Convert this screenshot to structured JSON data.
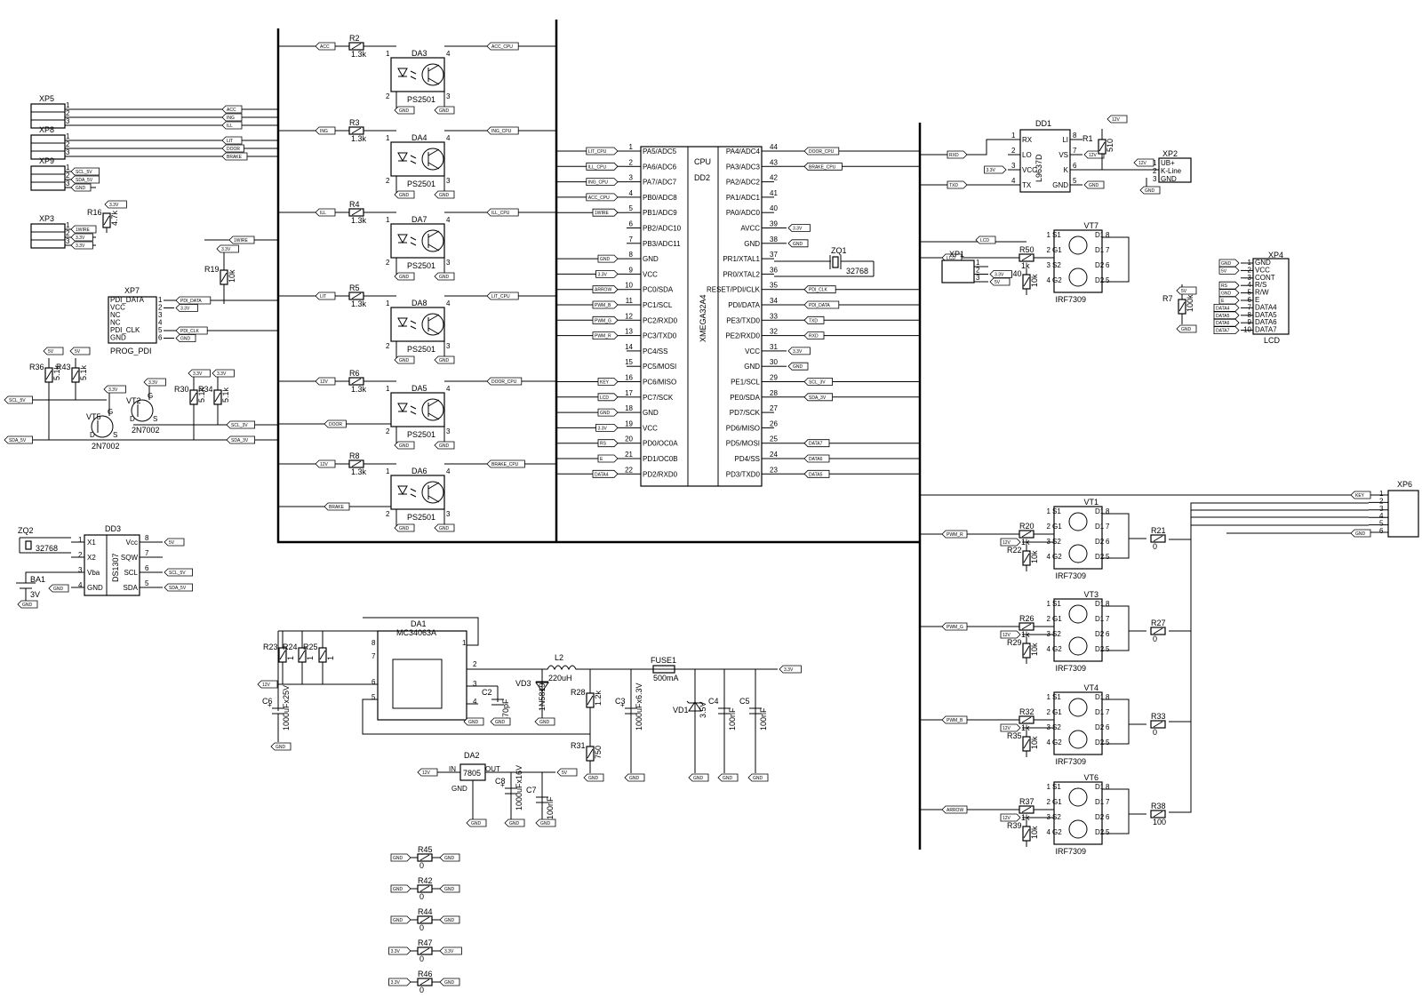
{
  "cpu": {
    "ref": "DD2",
    "type": "CPU",
    "part": "XMEGA32A4",
    "left_pins": [
      {
        "num": "1",
        "name": "PA5/ADC5",
        "net": "LIT_CPU"
      },
      {
        "num": "2",
        "name": "PA6/ADC6",
        "net": "ILL_CPU"
      },
      {
        "num": "3",
        "name": "PA7/ADC7",
        "net": "ING_CPU"
      },
      {
        "num": "4",
        "name": "PB0/ADC8",
        "net": "ACC_CPU"
      },
      {
        "num": "5",
        "name": "PB1/ADC9",
        "net": "1WIRE"
      },
      {
        "num": "6",
        "name": "PB2/ADC10",
        "net": ""
      },
      {
        "num": "7",
        "name": "PB3/ADC11",
        "net": ""
      },
      {
        "num": "8",
        "name": "GND",
        "net": "GND"
      },
      {
        "num": "9",
        "name": "VCC",
        "net": "3.3V"
      },
      {
        "num": "10",
        "name": "PC0/SDA",
        "net": "ARROW"
      },
      {
        "num": "11",
        "name": "PC1/SCL",
        "net": "PWM_B"
      },
      {
        "num": "12",
        "name": "PC2/RXD0",
        "net": "PWM_G"
      },
      {
        "num": "13",
        "name": "PC3/TXD0",
        "net": "PWM_R"
      },
      {
        "num": "14",
        "name": "PC4/SS",
        "net": ""
      },
      {
        "num": "15",
        "name": "PC5/MOSI",
        "net": ""
      },
      {
        "num": "16",
        "name": "PC6/MISO",
        "net": "KEY"
      },
      {
        "num": "17",
        "name": "PC7/SCK",
        "net": "LCD"
      },
      {
        "num": "18",
        "name": "GND",
        "net": "GND"
      },
      {
        "num": "19",
        "name": "VCC",
        "net": "3.3V"
      },
      {
        "num": "20",
        "name": "PD0/OC0A",
        "net": "RS"
      },
      {
        "num": "21",
        "name": "PD1/OC0B",
        "net": "E"
      },
      {
        "num": "22",
        "name": "PD2/RXD0",
        "net": "DATA4"
      }
    ],
    "right_pins": [
      {
        "num": "44",
        "name": "PA4/ADC4",
        "net": "DOOR_CPU"
      },
      {
        "num": "43",
        "name": "PA3/ADC3",
        "net": "BRAKE_CPU"
      },
      {
        "num": "42",
        "name": "PA2/ADC2",
        "net": ""
      },
      {
        "num": "41",
        "name": "PA1/ADC1",
        "net": ""
      },
      {
        "num": "40",
        "name": "PA0/ADC0",
        "net": ""
      },
      {
        "num": "39",
        "name": "AVCC",
        "net": "3.3V"
      },
      {
        "num": "38",
        "name": "GND",
        "net": "GND"
      },
      {
        "num": "37",
        "name": "PR1/XTAL1",
        "net": ""
      },
      {
        "num": "36",
        "name": "PR0/XTAL2",
        "net": ""
      },
      {
        "num": "35",
        "name": "RESET/PDI/CLK",
        "net": "PDI_CLK"
      },
      {
        "num": "34",
        "name": "PDI/DATA",
        "net": "PDI_DATA"
      },
      {
        "num": "33",
        "name": "PE3/TXD0",
        "net": "TXD"
      },
      {
        "num": "32",
        "name": "PE2/RXD0",
        "net": "RXD"
      },
      {
        "num": "31",
        "name": "VCC",
        "net": "3.3V"
      },
      {
        "num": "30",
        "name": "GND",
        "net": "GND"
      },
      {
        "num": "29",
        "name": "PE1/SCL",
        "net": "SCL_3V"
      },
      {
        "num": "28",
        "name": "PE0/SDA",
        "net": "SDA_3V"
      },
      {
        "num": "27",
        "name": "PD7/SCK",
        "net": ""
      },
      {
        "num": "26",
        "name": "PD6/MISO",
        "net": ""
      },
      {
        "num": "25",
        "name": "PD5/MOSI",
        "net": "DATA7"
      },
      {
        "num": "24",
        "name": "PD4/SS",
        "net": "DATA6"
      },
      {
        "num": "23",
        "name": "PD3/TXD0",
        "net": "DATA5"
      }
    ]
  },
  "crystal_cpu": {
    "ref": "ZQ1",
    "value": "32768"
  },
  "optocouplers": [
    {
      "ref": "DA3",
      "part": "PS2501",
      "res": "R2",
      "res_val": "1.3k",
      "in": "ACC",
      "out": "ACC_CPU",
      "supply": ""
    },
    {
      "ref": "DA4",
      "part": "PS2501",
      "res": "R3",
      "res_val": "1.3k",
      "in": "ING",
      "out": "ING_CPU",
      "supply": ""
    },
    {
      "ref": "DA7",
      "part": "PS2501",
      "res": "R4",
      "res_val": "1.3k",
      "in": "ILL",
      "out": "ILL_CPU",
      "supply": ""
    },
    {
      "ref": "DA8",
      "part": "PS2501",
      "res": "R5",
      "res_val": "1.3k",
      "in": "LIT",
      "out": "LIT_CPU",
      "supply": ""
    },
    {
      "ref": "DA5",
      "part": "PS2501",
      "res": "R6",
      "res_val": "1.3k",
      "in": "12V",
      "out": "DOOR_CPU",
      "supply": "DOOR"
    },
    {
      "ref": "DA6",
      "part": "PS2501",
      "res": "R8",
      "res_val": "1.3k",
      "in": "12V",
      "out": "BRAKE_CPU",
      "supply": "BRAKE"
    }
  ],
  "opto_pin_labels": {
    "p1": "1",
    "p2": "2",
    "p3": "3",
    "p4": "4"
  },
  "connectors": {
    "xp5": {
      "ref": "XP5",
      "nets": [
        "ACC",
        "ING",
        "ILL"
      ]
    },
    "xp8": {
      "ref": "XP8",
      "nets": [
        "LIT",
        "DOOR",
        "BRAKE"
      ]
    },
    "xp9": {
      "ref": "XP9",
      "nets": [
        "SCL_5V",
        "SDA_5V",
        "GND"
      ]
    },
    "xp3": {
      "ref": "XP3",
      "nets": [
        "1WIRE",
        "3.3V",
        "3.3V"
      ]
    },
    "xp7": {
      "ref": "XP7",
      "name": "PROG_PDI",
      "pins": [
        "PDI_DATA",
        "VCC",
        "NC",
        "NC",
        "PDI_CLK",
        "GND"
      ],
      "nets": [
        "PDI_DATA",
        "3.3V",
        "",
        "",
        "PDI_CLK",
        "GND"
      ]
    },
    "xp1": {
      "ref": "XP1",
      "nets": [
        "LCD",
        "3.3V",
        "5V"
      ]
    },
    "xp2": {
      "ref": "XP2",
      "pins": [
        "UB+",
        "K-Line",
        "GND"
      ],
      "nets": [
        "12V",
        "",
        ""
      ]
    },
    "xp4": {
      "ref": "XP4",
      "name": "LCD",
      "pins": [
        "GND",
        "VCC",
        "CONT",
        "R/S",
        "R/W",
        "E",
        "DATA4",
        "DATA5",
        "DATA6",
        "DATA7"
      ],
      "nets": [
        "GND",
        "5V",
        "",
        "RS",
        "GND",
        "E",
        "DATA4",
        "DATA5",
        "DATA6",
        "DATA7"
      ]
    },
    "xp6": {
      "ref": "XP6",
      "nets": [
        "KEY",
        "",
        "",
        "",
        "",
        "GND"
      ]
    }
  },
  "pin_numbers": [
    "1",
    "2",
    "3",
    "4",
    "5",
    "6",
    "7",
    "8",
    "9",
    "10"
  ],
  "resistors_misc": {
    "r16": {
      "ref": "R16",
      "value": "4.7k",
      "net": "3.3V"
    },
    "r19": {
      "ref": "R19",
      "value": "10k",
      "net": "3.3V"
    },
    "r36": {
      "ref": "R36",
      "value": "5.1k",
      "net": "5V"
    },
    "r43": {
      "ref": "R43",
      "value": "5.1k",
      "net": "5V"
    },
    "r30": {
      "ref": "R30",
      "value": "5.1k",
      "net": "3.3V"
    },
    "r34": {
      "ref": "R34",
      "value": "5.1k",
      "net": "3.3V"
    },
    "r1": {
      "ref": "R1",
      "value": "510",
      "net": "12V"
    },
    "r50": {
      "ref": "R50",
      "value": "1k"
    },
    "r40": {
      "ref": "R40",
      "value": "10k"
    },
    "r7": {
      "ref": "R7",
      "value": "100k",
      "net": "5V"
    }
  },
  "level_shift": {
    "vt5": {
      "ref": "VT5",
      "part": "2N7002"
    },
    "vt2": {
      "ref": "VT2",
      "part": "2N7002"
    },
    "nets": {
      "scl5": "SCL_5V",
      "sda5": "SDA_5V",
      "scl3": "SCL_3V",
      "sda3": "SDA_3V",
      "v33": "3.3V",
      "v5": "5V"
    },
    "pins": {
      "g": "G",
      "d": "D",
      "s": "S"
    }
  },
  "dd1": {
    "ref": "DD1",
    "part": "L9637D",
    "left": [
      {
        "num": "1",
        "name": "RX",
        "net": "RXD"
      },
      {
        "num": "2",
        "name": "LO",
        "net": ""
      },
      {
        "num": "3",
        "name": "VCC",
        "net": "3.3V"
      },
      {
        "num": "4",
        "name": "TX",
        "net": "TXD"
      }
    ],
    "right": [
      {
        "num": "8",
        "name": "LI"
      },
      {
        "num": "7",
        "name": "VS",
        "net": "12V"
      },
      {
        "num": "6",
        "name": "K"
      },
      {
        "num": "5",
        "name": "GND",
        "net": "GND"
      }
    ]
  },
  "rtc": {
    "ref": "DD3",
    "part": "DS1307",
    "left": [
      {
        "num": "1",
        "name": "X1"
      },
      {
        "num": "2",
        "name": "X2"
      },
      {
        "num": "3",
        "name": "Vba"
      },
      {
        "num": "4",
        "name": "GND",
        "net": "GND"
      }
    ],
    "right": [
      {
        "num": "8",
        "name": "Vcc",
        "net": "5V"
      },
      {
        "num": "7",
        "name": "SQW"
      },
      {
        "num": "6",
        "name": "SCL",
        "net": "SCL_5V"
      },
      {
        "num": "5",
        "name": "SDA",
        "net": "SDA_5V"
      }
    ],
    "crystal": {
      "ref": "ZQ2",
      "value": "32768"
    },
    "battery": {
      "ref": "BA1",
      "value": "3V",
      "net": "GND"
    }
  },
  "mosfets": [
    {
      "ref": "VT7",
      "part": "IRF7309",
      "in_net": "LCD",
      "r_series": "R50",
      "r_series_val": "1k",
      "r_pull": "R40",
      "r_pull_val": "10k",
      "r_out": "",
      "r_out_val": "",
      "supply": ""
    },
    {
      "ref": "VT1",
      "part": "IRF7309",
      "in_net": "PWM_R",
      "r_series": "R20",
      "r_series_val": "1k",
      "r_pull": "R22",
      "r_pull_val": "10k",
      "r_out": "R21",
      "r_out_val": "0",
      "supply": "12V"
    },
    {
      "ref": "VT3",
      "part": "IRF7309",
      "in_net": "PWM_G",
      "r_series": "R26",
      "r_series_val": "1k",
      "r_pull": "R29",
      "r_pull_val": "10k",
      "r_out": "R27",
      "r_out_val": "0",
      "supply": "12V"
    },
    {
      "ref": "VT4",
      "part": "IRF7309",
      "in_net": "PWM_B",
      "r_series": "R32",
      "r_series_val": "1k",
      "r_pull": "R35",
      "r_pull_val": "10k",
      "r_out": "R33",
      "r_out_val": "0",
      "supply": "12V"
    },
    {
      "ref": "VT6",
      "part": "IRF7309",
      "in_net": "ARROW",
      "r_series": "R37",
      "r_series_val": "1k",
      "r_pull": "R39",
      "r_pull_val": "10k",
      "r_out": "R38",
      "r_out_val": "100",
      "supply": "12V"
    }
  ],
  "mosfet_pins": {
    "l": [
      "1",
      "2",
      "3",
      "4"
    ],
    "ln": [
      "S1",
      "G1",
      "S2",
      "G2"
    ],
    "rn": [
      "D1",
      "D1",
      "D2",
      "D2"
    ],
    "r": [
      "8",
      "7",
      "6",
      "5"
    ]
  },
  "psu": {
    "da1": {
      "ref": "DA1",
      "part": "MC34063A",
      "pins": [
        "1",
        "2",
        "3",
        "4",
        "5",
        "6",
        "7",
        "8"
      ]
    },
    "r23": {
      "ref": "R23",
      "value": "1"
    },
    "r24": {
      "ref": "R24",
      "value": "1"
    },
    "r25": {
      "ref": "R25",
      "value": "1"
    },
    "c6": {
      "ref": "C6",
      "value": "1000uFx25V"
    },
    "c2": {
      "ref": "C2",
      "value": "470pF"
    },
    "vd3": {
      "ref": "VD3",
      "value": "1N5819"
    },
    "l2": {
      "ref": "L2",
      "value": "220uH"
    },
    "fuse": {
      "ref": "FUSE1",
      "value": "500mA"
    },
    "r28": {
      "ref": "R28",
      "value": "1.2k"
    },
    "r31": {
      "ref": "R31",
      "value": "750"
    },
    "c3": {
      "ref": "C3",
      "value": "1000uFx6.3V"
    },
    "vd1": {
      "ref": "VD1",
      "value": "3.5V"
    },
    "c4": {
      "ref": "C4",
      "value": "100nF"
    },
    "c5": {
      "ref": "C5",
      "value": "100nF"
    },
    "out": "3.3V",
    "in": "12V",
    "gnd": "GND"
  },
  "reg": {
    "ref": "DA2",
    "part": "7805",
    "in": "IN",
    "out": "OUT",
    "gnd": "GND",
    "c8": {
      "ref": "C8",
      "value": "1000uFx16V"
    },
    "c7": {
      "ref": "C7",
      "value": "100nF"
    },
    "vin": "12V",
    "vout": "5V"
  },
  "jumpers": [
    {
      "ref": "R45",
      "value": "0",
      "a": "GND",
      "b": "GND"
    },
    {
      "ref": "R42",
      "value": "0",
      "a": "GND",
      "b": "GND"
    },
    {
      "ref": "R44",
      "value": "0",
      "a": "GND",
      "b": "GND"
    },
    {
      "ref": "R47",
      "value": "0",
      "a": "3.3V",
      "b": "3.3V"
    },
    {
      "ref": "R46",
      "value": "0",
      "a": "3.3V",
      "b": "GND"
    }
  ],
  "misc_nets": {
    "gnd": "GND",
    "v12": "12V",
    "v33": "3.3V",
    "v5": "5V",
    "kline": "K-Line"
  }
}
